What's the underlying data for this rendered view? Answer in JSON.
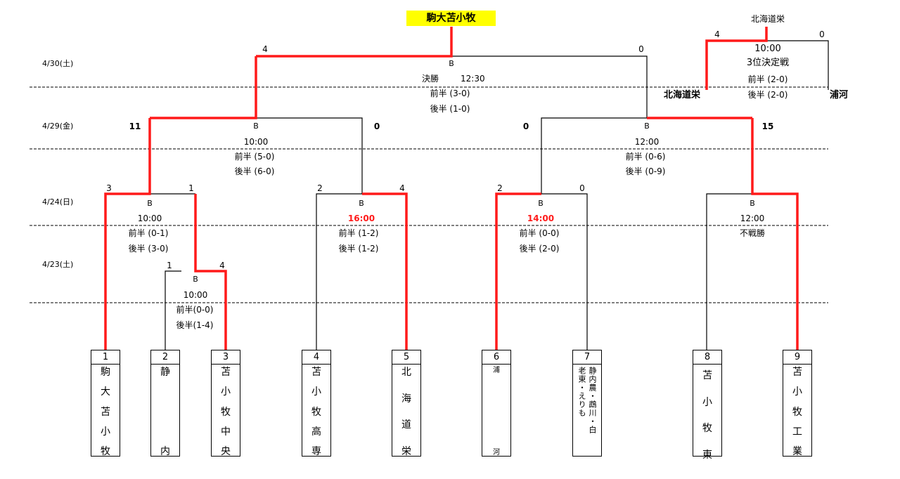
{
  "champion": "駒大苫小牧",
  "dates": [
    "4/30(土)",
    "4/29(金)",
    "4/24(日)",
    "4/23(土)"
  ],
  "teams": [
    {
      "num": "1",
      "name": [
        "駒",
        "大",
        "苫",
        "小",
        "牧"
      ]
    },
    {
      "num": "2",
      "name": [
        "静",
        "内"
      ]
    },
    {
      "num": "3",
      "name": [
        "苫",
        "小",
        "牧",
        "中",
        "央"
      ]
    },
    {
      "num": "4",
      "name": [
        "苫",
        "小",
        "牧",
        "高",
        "専"
      ]
    },
    {
      "num": "5",
      "name": [
        "北",
        "海",
        "道",
        "栄"
      ]
    },
    {
      "num": "6",
      "name": [
        "浦",
        "河"
      ]
    },
    {
      "num": "7",
      "cols": [
        "静内農・鵡川・白",
        "老東・えりも"
      ]
    },
    {
      "num": "8",
      "name": [
        "苫",
        "小",
        "牧",
        "東"
      ]
    },
    {
      "num": "9",
      "name": [
        "苫",
        "小",
        "牧",
        "工",
        "業"
      ]
    }
  ],
  "matches": {
    "r1": {
      "court": "B",
      "time": "10:00",
      "first": "前半(0-0)",
      "second": "後半(1-4)",
      "score_left": "1",
      "score_right": "4"
    },
    "qf1": {
      "court": "B",
      "time": "10:00",
      "first": "前半 (0-1)",
      "second": "後半 (3-0)",
      "score_left": "3",
      "score_right": "1"
    },
    "qf2": {
      "court": "B",
      "time": "16:00",
      "first": "前半 (1-2)",
      "second": "後半 (1-2)",
      "score_left": "2",
      "score_right": "4"
    },
    "qf3": {
      "court": "B",
      "time": "14:00",
      "first": "前半 (0-0)",
      "second": "後半 (2-0)",
      "score_left": "2",
      "score_right": "0"
    },
    "qf4": {
      "court": "B",
      "time": "12:00",
      "note": "不戦勝"
    },
    "sf1": {
      "court": "B",
      "time": "10:00",
      "first": "前半 (5-0)",
      "second": "後半 (6-0)",
      "score_left": "11",
      "score_right": "0"
    },
    "sf2": {
      "court": "B",
      "time": "12:00",
      "first": "前半 (0-6)",
      "second": "後半 (0-9)",
      "score_left": "0",
      "score_right": "15"
    },
    "final": {
      "court": "B",
      "label": "決勝",
      "time": "12:30",
      "first": "前半 (3-0)",
      "second": "後半 (1-0)",
      "score_left": "4",
      "score_right": "0"
    },
    "third": {
      "winner": "北海道栄",
      "time": "10:00",
      "label": "3位決定戦",
      "first": "前半 (2-0)",
      "second": "後半 (2-0)",
      "score_left": "4",
      "score_right": "0",
      "team_left": "北海道栄",
      "team_right": "浦河"
    }
  },
  "colors": {
    "win": "#ff1a1a",
    "lose": "#000000",
    "highlight": "#ffff00"
  }
}
